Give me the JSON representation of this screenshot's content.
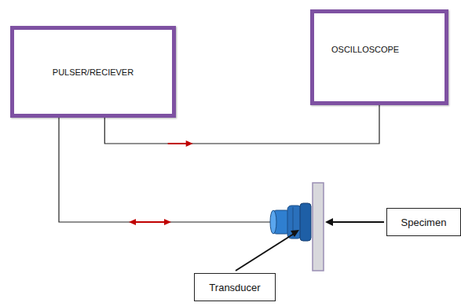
{
  "diagram": {
    "nodes": [
      {
        "text": [
          "PULSER/RECIEVER"
        ]
      },
      {
        "text": [
          "OSCILLOSCOPE"
        ]
      },
      {
        "text": [
          "Specimen"
        ]
      },
      {
        "text": [
          "Transducer"
        ]
      }
    ],
    "edges": [
      {
        "from": 0,
        "to": 1,
        "arrow": "to"
      }
    ]
  }
}
